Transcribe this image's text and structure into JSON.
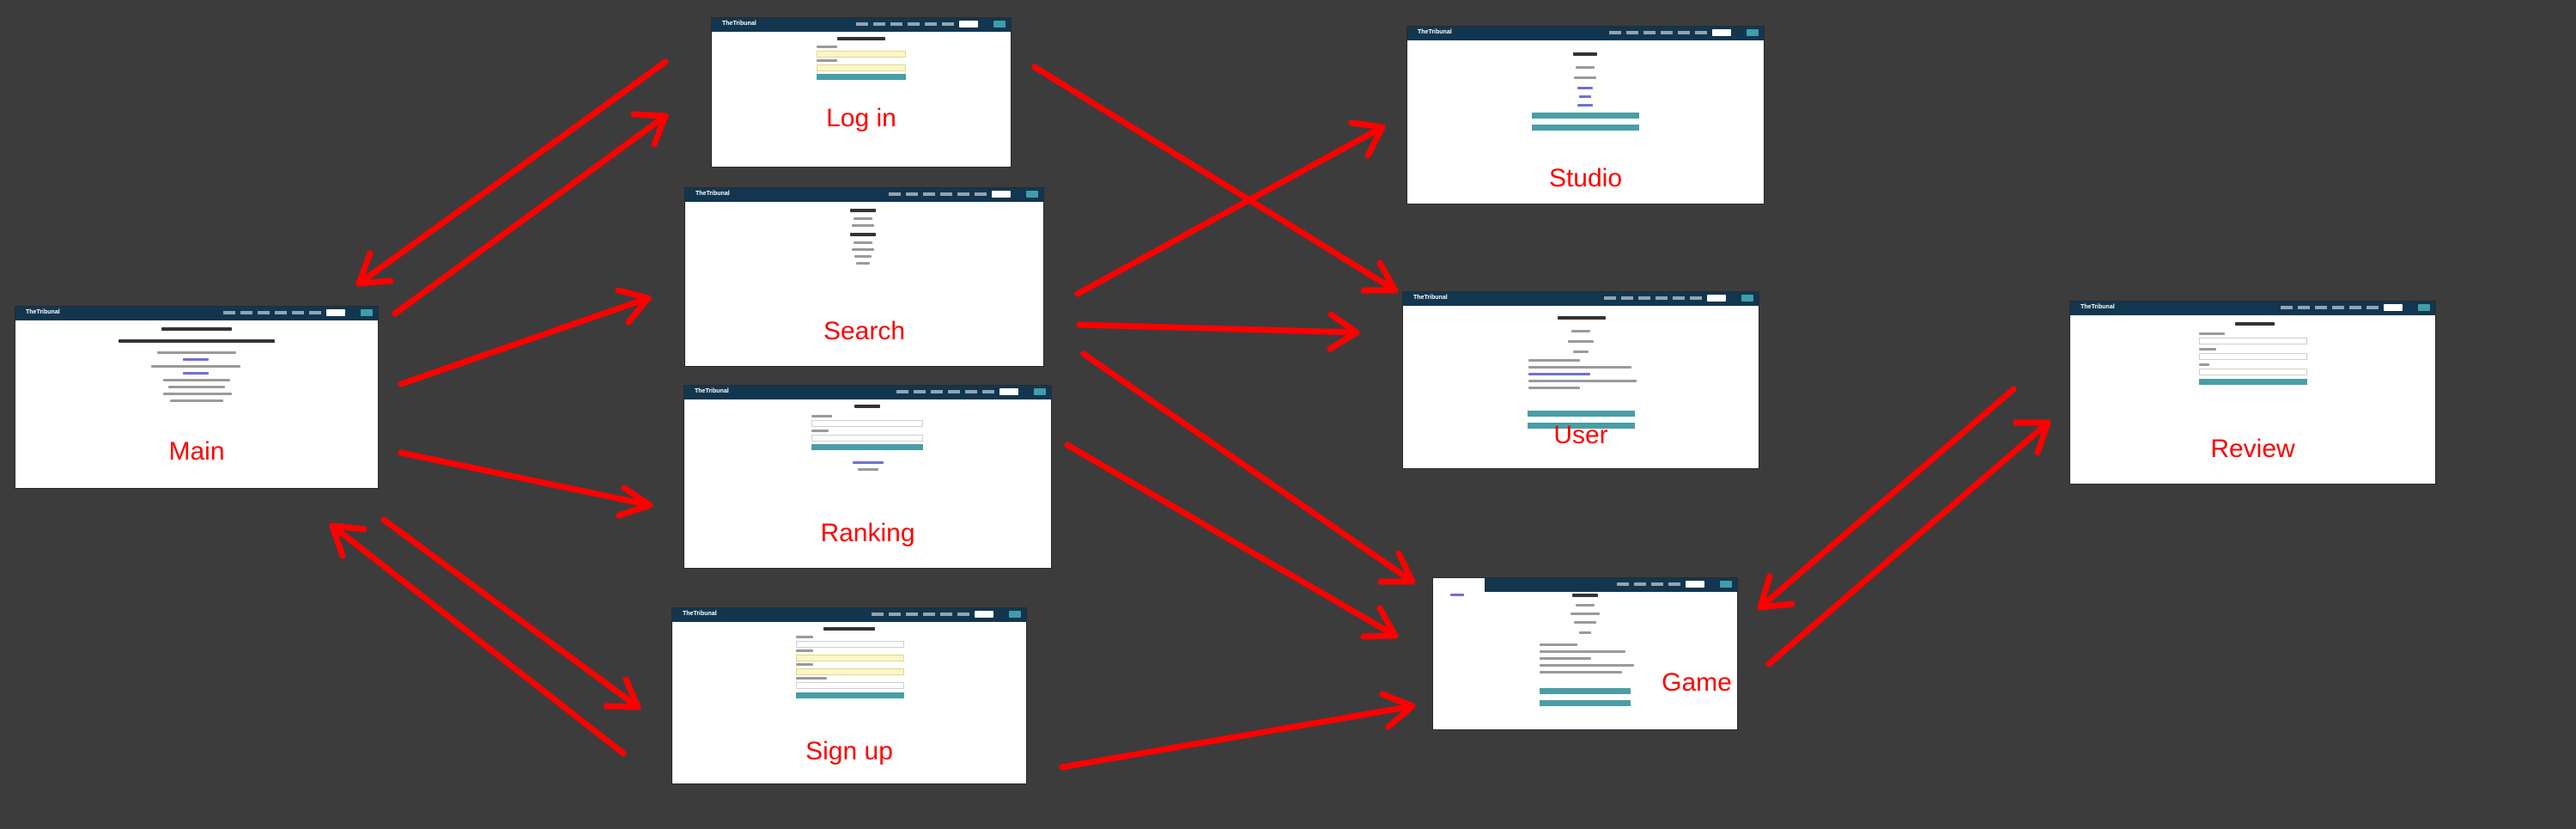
{
  "brand": "TheTribunal",
  "screens": {
    "main": {
      "label": "Main"
    },
    "login": {
      "label": "Log in"
    },
    "search": {
      "label": "Search"
    },
    "ranking": {
      "label": "Ranking"
    },
    "signup": {
      "label": "Sign up"
    },
    "studio": {
      "label": "Studio"
    },
    "user": {
      "label": "User"
    },
    "game": {
      "label": "Game"
    },
    "review": {
      "label": "Review"
    }
  },
  "arrow_color": "#ff0000",
  "connections": [
    {
      "from": "main",
      "to": "login"
    },
    {
      "from": "login",
      "to": "main"
    },
    {
      "from": "main",
      "to": "search"
    },
    {
      "from": "main",
      "to": "ranking"
    },
    {
      "from": "main",
      "to": "signup"
    },
    {
      "from": "signup",
      "to": "main"
    },
    {
      "from": "login",
      "to": "user"
    },
    {
      "from": "search",
      "to": "studio"
    },
    {
      "from": "search",
      "to": "user"
    },
    {
      "from": "search",
      "to": "game"
    },
    {
      "from": "ranking",
      "to": "game"
    },
    {
      "from": "signup",
      "to": "game"
    },
    {
      "from": "game",
      "to": "review"
    },
    {
      "from": "review",
      "to": "game"
    }
  ]
}
